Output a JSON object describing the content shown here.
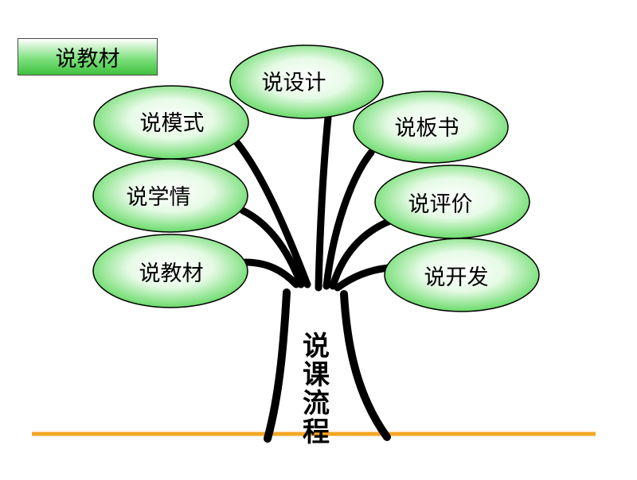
{
  "title_box": {
    "label": "说教材"
  },
  "trunk": {
    "chars": [
      "说",
      "课",
      "流",
      "程"
    ]
  },
  "nodes": [
    {
      "id": "design",
      "label": "说设计"
    },
    {
      "id": "mode",
      "label": "说模式"
    },
    {
      "id": "board",
      "label": "说板书"
    },
    {
      "id": "student",
      "label": "说学情"
    },
    {
      "id": "eval",
      "label": "说评价"
    },
    {
      "id": "material",
      "label": "说教材"
    },
    {
      "id": "develop",
      "label": "说开发"
    }
  ],
  "colors": {
    "node_fill_center": "#ffffff",
    "node_fill_edge": "#55d655",
    "branch": "#000000",
    "ground": "#f5a623"
  }
}
